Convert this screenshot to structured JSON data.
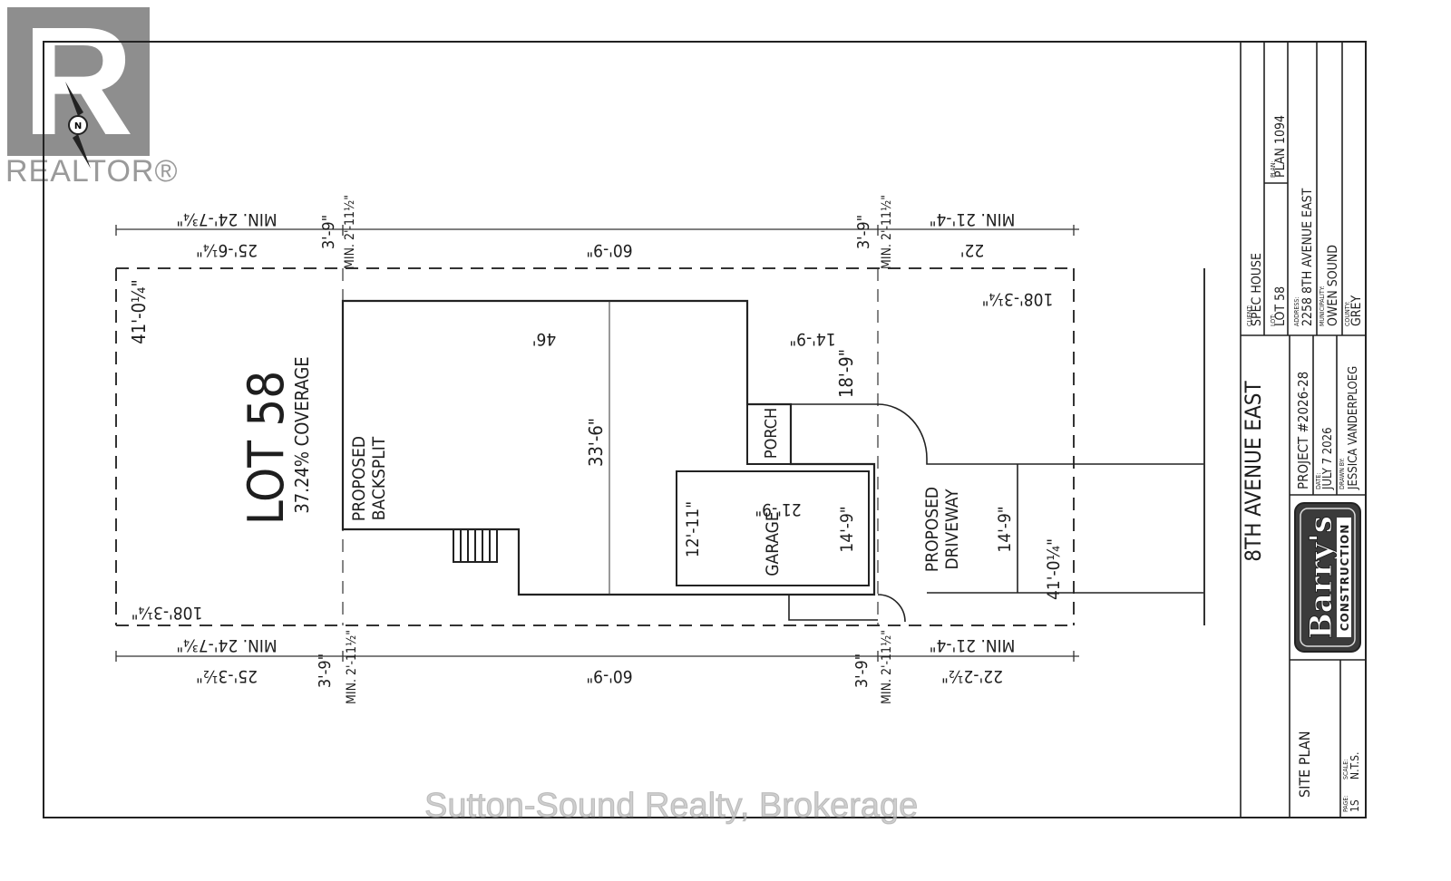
{
  "brand": {
    "name": "REALTOR®",
    "letter": "R"
  },
  "watermark": "Sutton-Sound Realty, Brokerage",
  "compass": {
    "label": "N"
  },
  "lot": {
    "title": "LOT 58",
    "coverage": "37.24% COVERAGE"
  },
  "labels": {
    "house": "PROPOSED\nBACKSPLIT",
    "driveway": "PROPOSED\nDRIVEWAY",
    "porch": "PORCH",
    "garage": "GARAGE",
    "street": "8TH AVENUE EAST"
  },
  "dimensions": {
    "rear_left_min": "MIN. 24'-7¾\"",
    "rear_left": "25'-6¼\"",
    "rear_gap": "3'-9\"",
    "rear_min_setback": "MIN. 2'-11½\"",
    "house_length": "60'-9\"",
    "rear_gap_right": "3'-9\"",
    "rear_min_setback_right": "MIN. 2'-11½\"",
    "front_right_min": "MIN. 21'-4\"",
    "front_right": "22'",
    "lot_depth_top": "108'-3¼\"",
    "lot_width_left": "41'-0¼\"",
    "house_width_top": "46'",
    "house_offset": "14'-9\"",
    "porch_depth": "18'-9\"",
    "house_depth": "33'-6\"",
    "garage_w1": "12'-11\"",
    "garage_len": "21'-9\"",
    "garage_w2": "14'-9\"",
    "driveway_w": "14'-9\"",
    "lot_width_right": "41'-0¼\"",
    "lot_depth_bottom": "108'-3¼\"",
    "bot_left_min": "MIN. 24'-7¾\"",
    "bot_left": "25'-3½\"",
    "bot_gap": "3'-9\"",
    "bot_min_setback": "MIN. 2'-11½\"",
    "bot_house": "60'-9\"",
    "bot_gap_right": "3'-9\"",
    "bot_min_setback_right": "MIN. 2'-11½\"",
    "bot_right_min": "MIN. 21'-4\"",
    "bot_right": "22'-2½\""
  },
  "title_block": {
    "client_label": "CLIENT:",
    "client": "SPEC HOUSE",
    "lot_label": "LOT:",
    "lot": "LOT 58",
    "plan_label": "PLAN:",
    "plan": "PLAN 1094",
    "address_label": "ADDRESS:",
    "address": "2258 8TH AVENUE EAST",
    "municipality_label": "MUNICIPALITY:",
    "municipality": "OWEN SOUND",
    "county_label": "COUNTY:",
    "county": "GREY",
    "project": "PROJECT #2026-28",
    "date_label": "DATE:",
    "date": "JULY 7 2026",
    "drawn_label": "DRAWN BY:",
    "drawn": "JESSICA VANDERPLOEG",
    "company_top": "Barry's",
    "company_bottom": "CONSTRUCTION",
    "sheet_title": "SITE PLAN",
    "page_label": "PAGE:",
    "page": "1S",
    "scale_label": "SCALE:",
    "scale": "N.T.S."
  }
}
